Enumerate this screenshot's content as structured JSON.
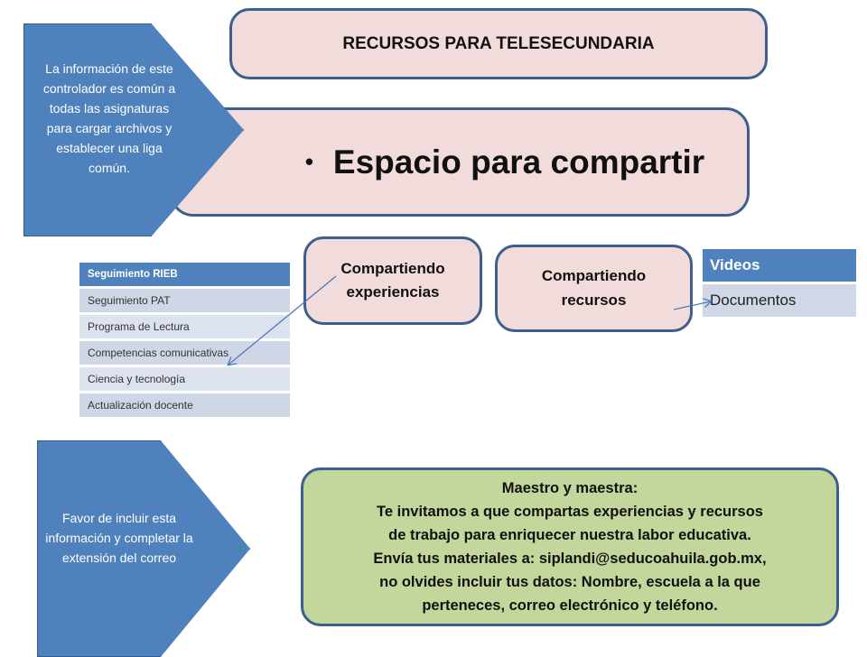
{
  "title": "RECURSOS PARA TELESECUNDARIA",
  "banner": {
    "bullet": "•",
    "text": "Espacio para compartir"
  },
  "note_top": "La información de este controlador  es común a todas las asignaturas para cargar archivos y establecer una liga común.",
  "note_bottom": "Favor de incluir esta información y completar la extensión del correo",
  "share_experiences": {
    "line1": "Compartiendo",
    "line2": "experiencias"
  },
  "share_resources": {
    "line1": "Compartiendo",
    "line2": "recursos"
  },
  "menu": {
    "items": [
      {
        "label": "Seguimiento RIEB",
        "active": true
      },
      {
        "label": "Seguimiento PAT"
      },
      {
        "label": "Programa de Lectura"
      },
      {
        "label": "Competencias comunicativas"
      },
      {
        "label": "Ciencia y tecnología"
      },
      {
        "label": "Actualización docente"
      }
    ]
  },
  "media": {
    "items": [
      {
        "label": "Videos",
        "active": true
      },
      {
        "label": "Documentos"
      }
    ]
  },
  "message": {
    "lines": [
      "Maestro y maestra:",
      "Te invitamos a que compartas  experiencias y recursos",
      "de trabajo para enriquecer nuestra labor educativa.",
      "Envía tus materiales a: siplandi@seducoahuila.gob.mx,",
      "no olvides incluir tus datos: Nombre, escuela a la que",
      "perteneces, correo electrónico y teléfono."
    ]
  },
  "colors": {
    "accent": "#4f81bd",
    "pink": "#f2dcdb",
    "green": "#c3d69b",
    "border": "#3d5f8d"
  }
}
